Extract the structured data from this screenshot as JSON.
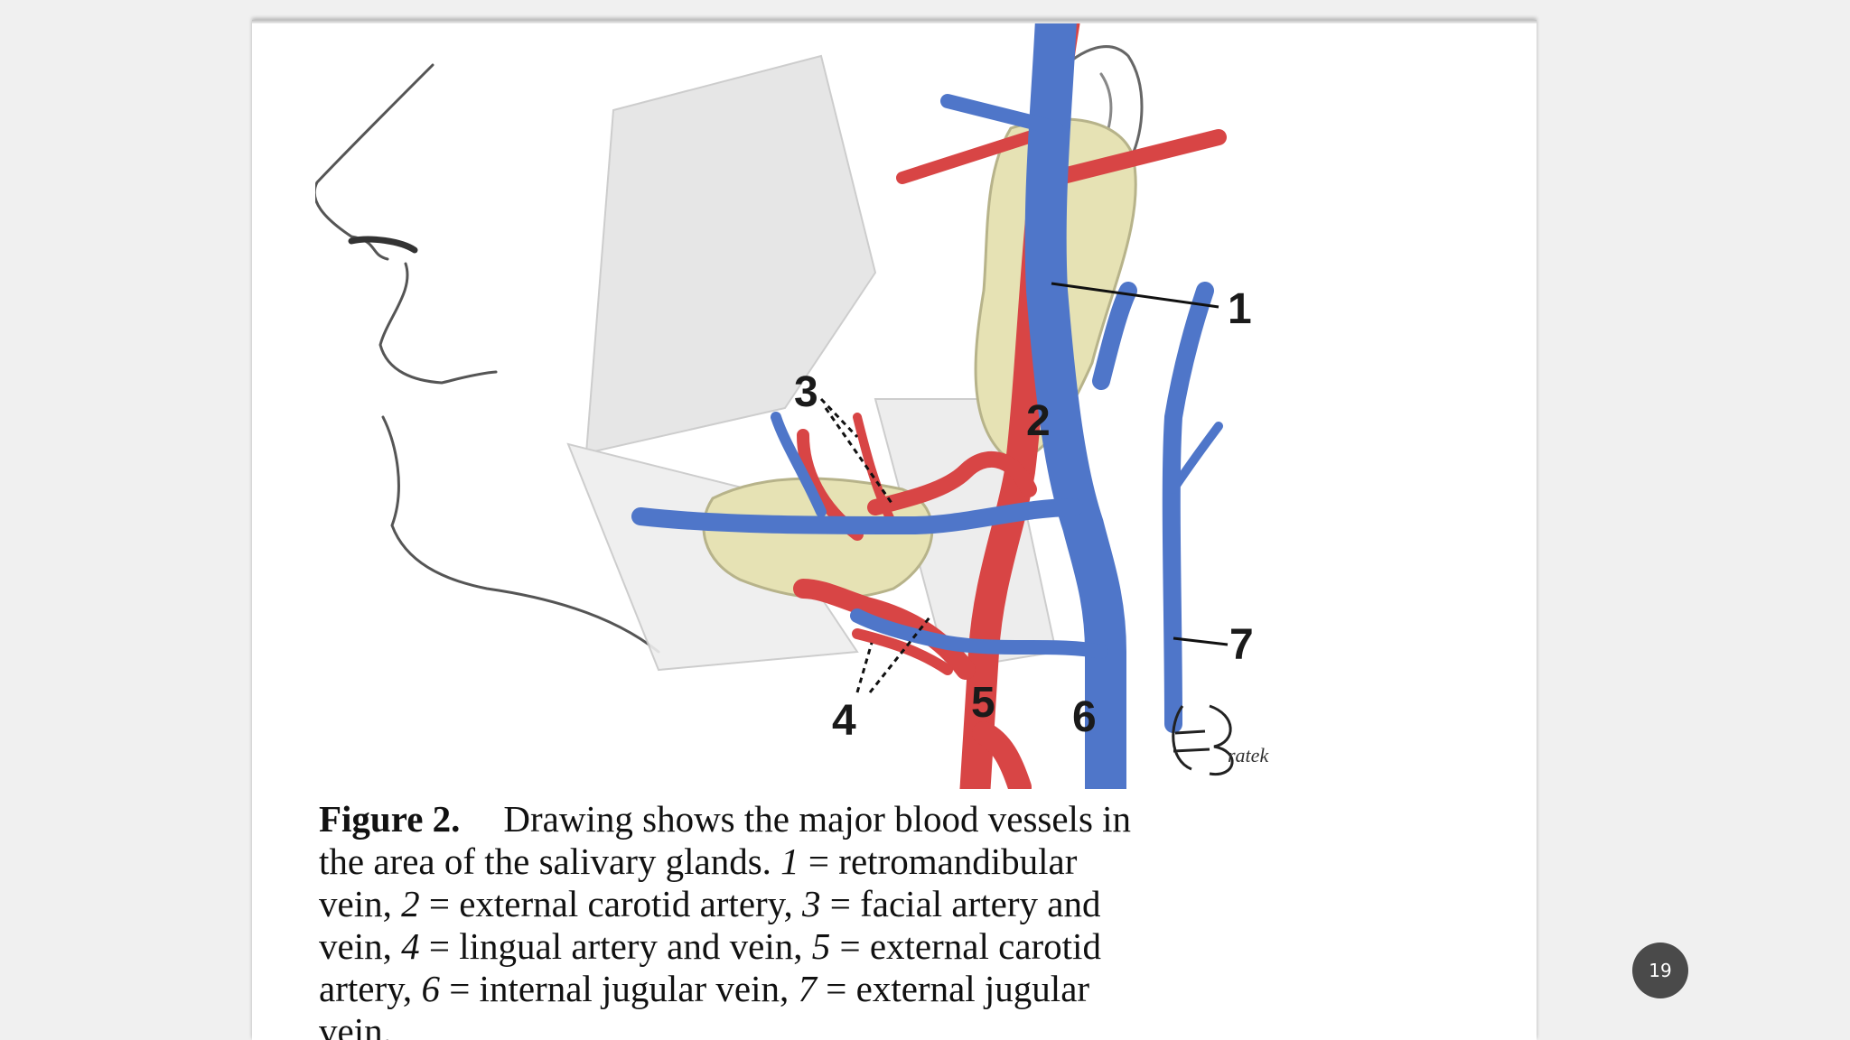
{
  "figure": {
    "labels": [
      "1",
      "2",
      "3",
      "4",
      "5",
      "6",
      "7"
    ],
    "signature": "EBratek"
  },
  "caption": {
    "heading": "Figure 2.",
    "intro": "Drawing shows the major blood vessels in",
    "line2_a": "the area of the salivary glands.",
    "line2_num": "1",
    "line2_b": "= retromandibular",
    "line3_a": "vein,",
    "line3_num1": "2",
    "line3_b": "= external carotid artery,",
    "line3_num2": "3",
    "line3_c": "= facial artery and",
    "line4_a": "vein,",
    "line4_num1": "4",
    "line4_b": "= lingual artery and vein,",
    "line4_num2": "5",
    "line4_c": "= external carotid",
    "line5_a": "artery,",
    "line5_num1": "6",
    "line5_b": "= internal jugular vein,",
    "line5_num2": "7",
    "line5_c": "= external jugular",
    "line6": "vein."
  },
  "page_number": "19"
}
